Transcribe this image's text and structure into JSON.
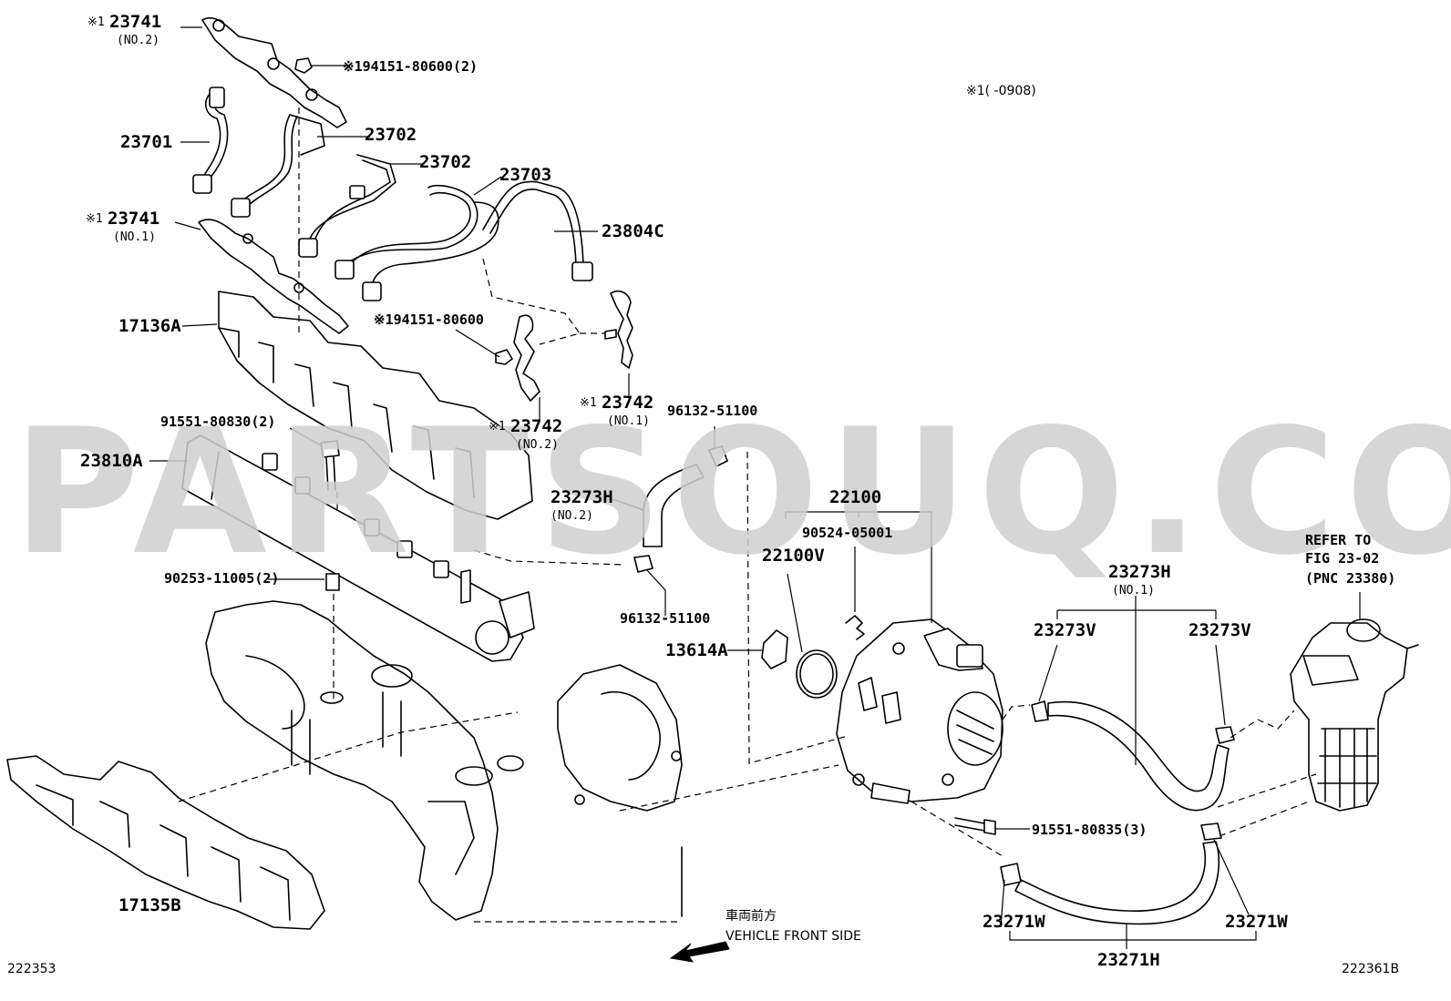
{
  "watermark": "PARTSOUQ.COM",
  "note": "※1(      -0908)",
  "direction": {
    "japanese": "車両前方",
    "english": "VEHICLE FRONT SIDE"
  },
  "codes": {
    "left": "222353",
    "right": "222361B"
  },
  "refer": {
    "line1": "REFER TO",
    "line2": "FIG 23-02",
    "line3": "(PNC 23380)"
  },
  "labels": {
    "p23741_no2": "23741",
    "p23741_no2_sub": "(NO.2)",
    "p23741_no2_mark": "※1",
    "bolt_80600_2": "※194151-80600(2)",
    "p23702_a": "23702",
    "p23702_b": "23702",
    "p23701": "23701",
    "p23703": "23703",
    "p23804c": "23804C",
    "p23741_no1": "23741",
    "p23741_no1_sub": "(NO.1)",
    "p23741_no1_mark": "※1",
    "p17136a": "17136A",
    "bolt_80600": "※194151-80600",
    "p23742_no1": "23742",
    "p23742_no1_sub": "(NO.1)",
    "p23742_no1_mark": "※1",
    "p23742_no2": "23742",
    "p23742_no2_sub": "(NO.2)",
    "p23742_no2_mark": "※1",
    "bolt_80830": "91551-80830(2)",
    "clip_51100_top": "96132-51100",
    "p23810a": "23810A",
    "p23273h_no2": "23273H",
    "p23273h_no2_sub": "(NO.2)",
    "p22100": "22100",
    "p90524": "90524-05001",
    "p22100v": "22100V",
    "p23273h_no1": "23273H",
    "p23273h_no1_sub": "(NO.1)",
    "p90253": "90253-11005(2)",
    "clip_51100_bot": "96132-51100",
    "p13614a": "13614A",
    "p23273v_a": "23273V",
    "p23273v_b": "23273V",
    "bolt_80835": "91551-80835(3)",
    "p17135b": "17135B",
    "p23271w_a": "23271W",
    "p23271w_b": "23271W",
    "p23271h": "23271H"
  }
}
